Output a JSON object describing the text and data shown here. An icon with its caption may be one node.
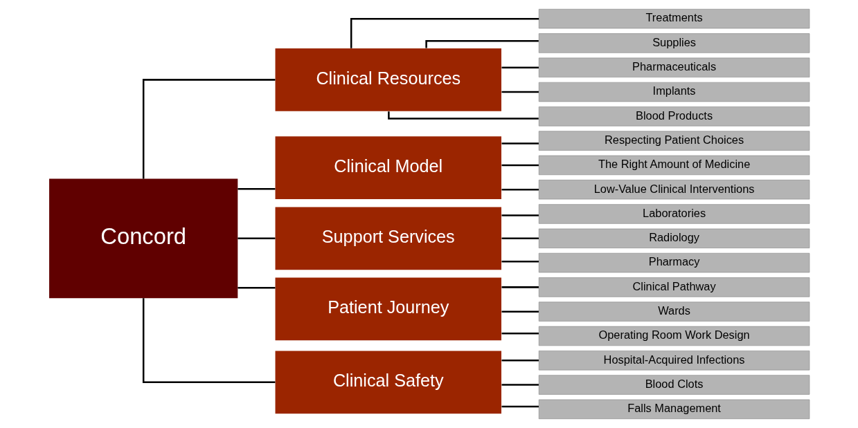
{
  "diagram": {
    "nodes": [
      {
        "text": [
          "Concord"
        ]
      },
      {
        "text": [
          "Clinical Resources"
        ]
      },
      {
        "text": [
          "Treatments"
        ]
      },
      {
        "text": [
          "Supplies"
        ]
      },
      {
        "text": [
          "Pharmaceuticals"
        ]
      },
      {
        "text": [
          "Implants"
        ]
      },
      {
        "text": [
          "Blood Products"
        ]
      },
      {
        "text": [
          "Clinical Model"
        ]
      },
      {
        "text": [
          "Respecting Patient Choices"
        ]
      },
      {
        "text": [
          "The Right Amount of Medicine"
        ]
      },
      {
        "text": [
          "Low-Value Clinical Interventions"
        ]
      },
      {
        "text": [
          "Support Services"
        ]
      },
      {
        "text": [
          "Laboratories"
        ]
      },
      {
        "text": [
          "Radiology"
        ]
      },
      {
        "text": [
          "Pharmacy"
        ]
      },
      {
        "text": [
          "Patient Journey"
        ]
      },
      {
        "text": [
          "Clinical Pathway"
        ]
      },
      {
        "text": [
          "Wards"
        ]
      },
      {
        "text": [
          "Operating Room Work Design"
        ]
      },
      {
        "text": [
          "Clinical Safety"
        ]
      },
      {
        "text": [
          "Hospital-Acquired Infections"
        ]
      },
      {
        "text": [
          "Blood Clots"
        ]
      },
      {
        "text": [
          "Falls Management"
        ]
      }
    ],
    "edges": [
      {
        "from": 0,
        "to": 1,
        "arrow": "none"
      },
      {
        "from": 0,
        "to": 7,
        "arrow": "none"
      },
      {
        "from": 0,
        "to": 11,
        "arrow": "none"
      },
      {
        "from": 0,
        "to": 15,
        "arrow": "none"
      },
      {
        "from": 0,
        "to": 19,
        "arrow": "none"
      },
      {
        "from": 1,
        "to": 2,
        "arrow": "none"
      },
      {
        "from": 1,
        "to": 3,
        "arrow": "none"
      },
      {
        "from": 1,
        "to": 4,
        "arrow": "none"
      },
      {
        "from": 1,
        "to": 5,
        "arrow": "none"
      },
      {
        "from": 1,
        "to": 6,
        "arrow": "none"
      },
      {
        "from": 7,
        "to": 8,
        "arrow": "none"
      },
      {
        "from": 7,
        "to": 9,
        "arrow": "none"
      },
      {
        "from": 7,
        "to": 10,
        "arrow": "none"
      },
      {
        "from": 11,
        "to": 12,
        "arrow": "none"
      },
      {
        "from": 11,
        "to": 13,
        "arrow": "none"
      },
      {
        "from": 11,
        "to": 14,
        "arrow": "none"
      },
      {
        "from": 15,
        "to": 16,
        "arrow": "none"
      },
      {
        "from": 15,
        "to": 17,
        "arrow": "none"
      },
      {
        "from": 15,
        "to": 18,
        "arrow": "none"
      },
      {
        "from": 19,
        "to": 20,
        "arrow": "none"
      },
      {
        "from": 19,
        "to": 21,
        "arrow": "none"
      },
      {
        "from": 19,
        "to": 22,
        "arrow": "none"
      }
    ]
  }
}
